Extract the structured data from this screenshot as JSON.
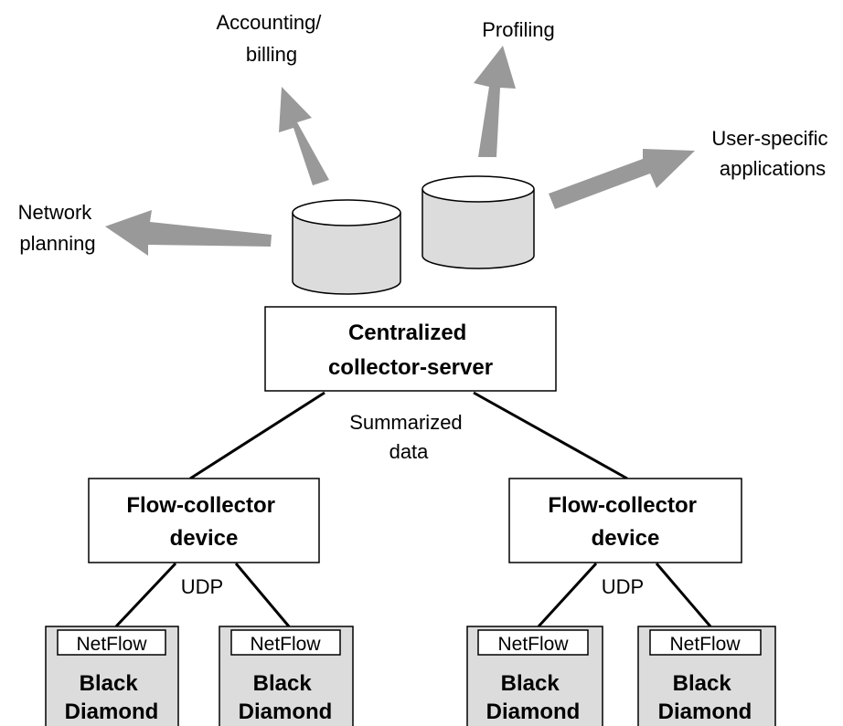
{
  "colors": {
    "arrow": "#999999",
    "storage": "#dcdcdc",
    "switch_body": "#dcdcdc",
    "lines": "#000000",
    "background": "#ffffff"
  },
  "outputs": {
    "accounting": [
      "Accounting/",
      "billing"
    ],
    "profiling": [
      "Profiling"
    ],
    "user_specific": [
      "User-specific",
      "applications"
    ],
    "network_planning": [
      "Network",
      "planning"
    ]
  },
  "storage": {
    "icon": "database-cylinder-icon",
    "count": 2
  },
  "server": {
    "label": [
      "Centralized",
      "collector-server"
    ]
  },
  "summary_label": [
    "Summarized",
    "data"
  ],
  "collectors": {
    "left": {
      "label": [
        "Flow-collector",
        "device"
      ],
      "link_label": "UDP"
    },
    "right": {
      "label": [
        "Flow-collector",
        "device"
      ],
      "link_label": "UDP"
    }
  },
  "switches": [
    {
      "netflow": "NetFlow",
      "name": [
        "Black",
        "Diamond"
      ]
    },
    {
      "netflow": "NetFlow",
      "name": [
        "Black",
        "Diamond"
      ]
    },
    {
      "netflow": "NetFlow",
      "name": [
        "Black",
        "Diamond"
      ]
    },
    {
      "netflow": "NetFlow",
      "name": [
        "Black",
        "Diamond"
      ]
    }
  ]
}
